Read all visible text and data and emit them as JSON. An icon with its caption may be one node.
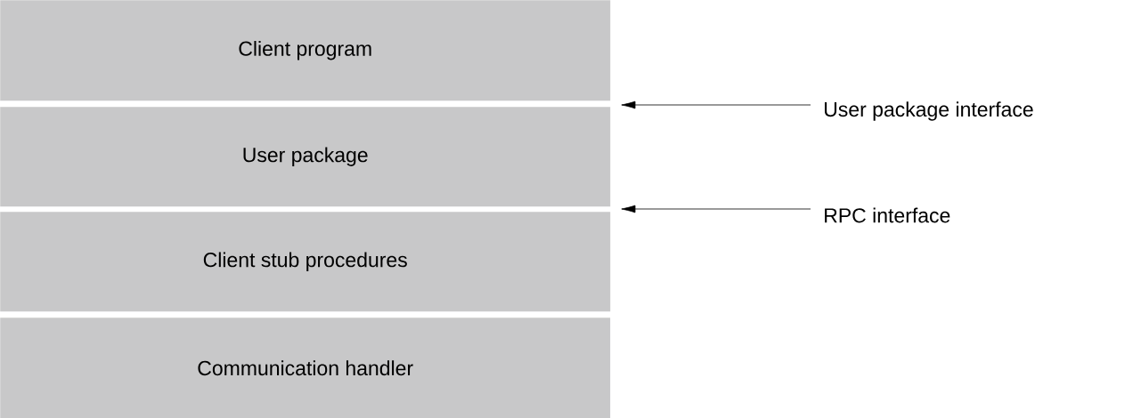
{
  "diagram": {
    "nodes": [
      {
        "text": [
          "Client program"
        ]
      },
      {
        "text": [
          "User package"
        ]
      },
      {
        "text": [
          "Client stub procedures"
        ]
      },
      {
        "text": [
          "Communication handler"
        ]
      },
      {
        "text": [
          "User package interface"
        ]
      },
      {
        "text": [
          "RPC interface"
        ]
      }
    ],
    "edges": [
      {
        "from": 4,
        "to": 1,
        "arrow": "to"
      },
      {
        "from": 5,
        "to": 1,
        "arrow": "to"
      }
    ]
  }
}
